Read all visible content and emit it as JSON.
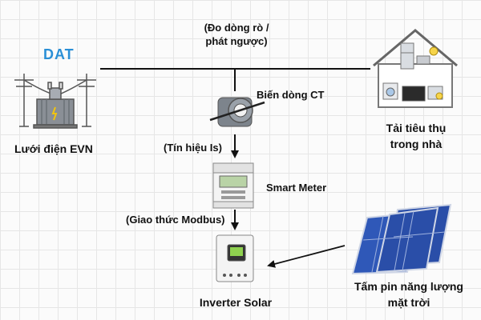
{
  "brand": {
    "logo_text": "DAT",
    "colors": {
      "logo": "#2a8fd6",
      "line": "#111111",
      "panel_blue": "#2a4ea8"
    }
  },
  "nodes": {
    "grid": {
      "label": "Lưới điện EVN",
      "icon": "transmission-tower-transformer"
    },
    "ct": {
      "label": "Biến dòng CT",
      "icon": "current-transformer-ct"
    },
    "smart_meter": {
      "label": "Smart Meter",
      "icon": "electric-meter"
    },
    "inverter": {
      "label": "Inverter Solar",
      "icon": "solar-inverter"
    },
    "house": {
      "label_line1": "Tải tiêu thụ",
      "label_line2": "trong nhà",
      "icon": "house-with-appliances"
    },
    "solar": {
      "label_line1": "Tấm pin năng lượng",
      "label_line2": "mặt trời",
      "icon": "solar-panels"
    }
  },
  "annotations": {
    "measure_line1": "(Đo dòng rò /",
    "measure_line2": "phát ngược)",
    "signal": "(Tín hiệu Is)",
    "modbus": "(Giao thức Modbus)"
  }
}
